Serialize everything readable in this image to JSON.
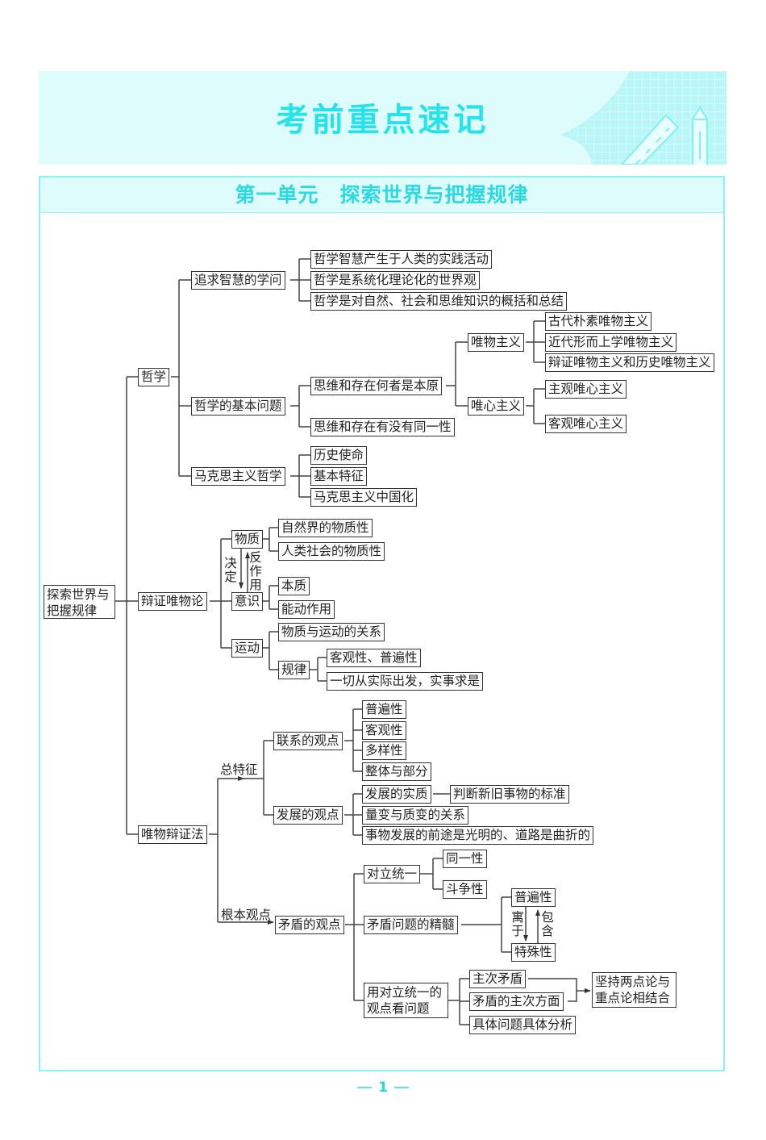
{
  "banner": {
    "title": "考前重点速记"
  },
  "unit": {
    "title": "第一单元　探索世界与把握规律"
  },
  "colors": {
    "accent": "#22e4ea",
    "banner_bg": "#dffcfd",
    "panel_border": "#8ff0f4",
    "line": "#333333"
  },
  "root": {
    "label": "探索世界与把握规律",
    "line1": "探索世界与",
    "line2": "把握规律"
  },
  "philosophy": {
    "label": "哲学",
    "wisdom": {
      "label": "追求智慧的学问",
      "items": [
        "哲学智慧产生于人类的实践活动",
        "哲学是系统化理论化的世界观",
        "哲学是对自然、社会和思维知识的概括和总结"
      ]
    },
    "basic_question": {
      "label": "哲学的基本问题",
      "origin": {
        "label": "思维和存在何者是本原",
        "materialism": {
          "label": "唯物主义",
          "items": [
            "古代朴素唯物主义",
            "近代形而上学唯物主义",
            "辩证唯物主义和历史唯物主义"
          ]
        },
        "idealism": {
          "label": "唯心主义",
          "items": [
            "主观唯心主义",
            "客观唯心主义"
          ]
        }
      },
      "identity": {
        "label": "思维和存在有没有同一性"
      }
    },
    "marxism": {
      "label": "马克思主义哲学",
      "items": [
        "历史使命",
        "基本特征",
        "马克思主义中国化"
      ]
    }
  },
  "dialectical_materialism": {
    "label": "辩证唯物论",
    "matter": {
      "label": "物质",
      "items": [
        "自然界的物质性",
        "人类社会的物质性"
      ]
    },
    "arrow_down_label": "决定",
    "arrow_up_label": "反作用",
    "consciousness": {
      "label": "意识",
      "items": [
        "本质",
        "能动作用"
      ]
    },
    "motion": {
      "label": "运动",
      "relation": "物质与运动的关系",
      "law": {
        "label": "规律",
        "items": [
          "客观性、普遍性",
          "一切从实际出发，实事求是"
        ]
      }
    }
  },
  "materialist_dialectics": {
    "label": "唯物辩证法",
    "general_label": "总特征",
    "connection": {
      "label": "联系的观点",
      "items": [
        "普遍性",
        "客观性",
        "多样性",
        "整体与部分"
      ]
    },
    "development": {
      "label": "发展的观点",
      "essence": {
        "label": "发展的实质",
        "detail": "判断新旧事物的标准"
      },
      "items": [
        "量变与质变的关系",
        "事物发展的前途是光明的、道路是曲折的"
      ]
    },
    "fundamental_label": "根本观点",
    "contradiction": {
      "label": "矛盾的观点",
      "unity": {
        "label": "对立统一",
        "items": [
          "同一性",
          "斗争性"
        ]
      },
      "essence": {
        "label": "矛盾问题的精髓",
        "universal": "普遍性",
        "particular": "特殊性",
        "down_label": "寓于",
        "up_label": "包含"
      },
      "apply": {
        "label": "用对立统一的观点看问题",
        "line1": "用对立统一的",
        "line2": "观点看问题",
        "items": [
          "主次矛盾",
          "矛盾的主次方面",
          "具体问题具体分析"
        ],
        "result": {
          "line1": "坚持两点论与",
          "line2": "重点论相结合"
        }
      }
    }
  },
  "page": {
    "number": "1"
  }
}
